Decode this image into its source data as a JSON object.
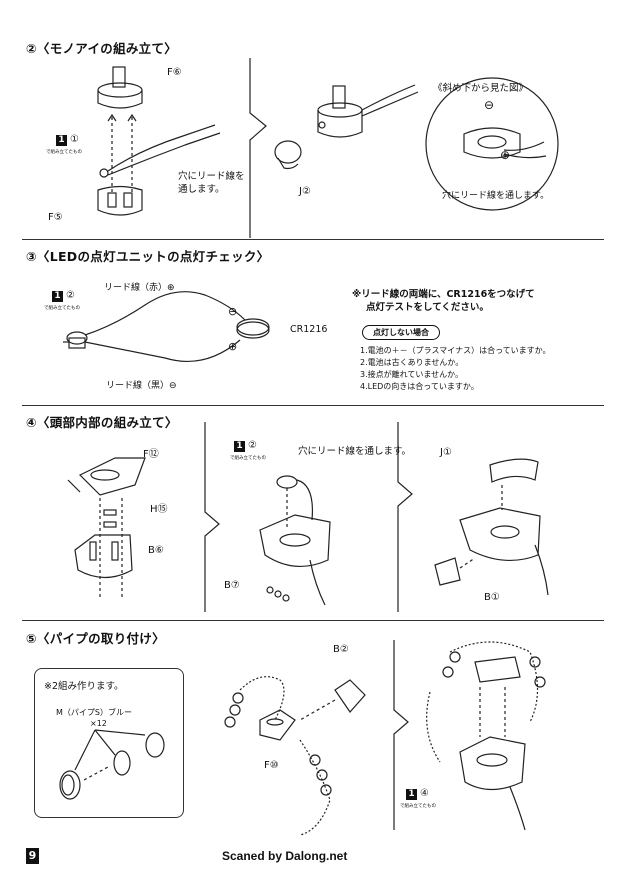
{
  "sections": [
    {
      "number": "②",
      "title": "〈モノアイの組み立て〉"
    },
    {
      "number": "③",
      "title": "〈LEDの点灯ユニットの点灯チェック〉"
    },
    {
      "number": "④",
      "title": "〈頭部内部の組み立て〉"
    },
    {
      "number": "⑤",
      "title": "〈パイプの取り付け〉"
    }
  ],
  "s2": {
    "part_f6": "F⑥",
    "step_num": "1",
    "step_sub": "①",
    "step_caption": "で組み立てたもの",
    "lead_note_line1": "穴にリード線を",
    "lead_note_line2": "通します。",
    "part_f5": "F⑤",
    "part_j2": "J②",
    "inset_title": "《斜め下から見た図》",
    "minus": "⊖",
    "plus": "⊕",
    "inset_note": "穴にリード線を通します。"
  },
  "s3": {
    "step_num": "1",
    "step_sub": "②",
    "step_caption": "で組み立てたもの",
    "red_wire": "リード線（赤）⊕",
    "black_wire": "リード線（黒）⊖",
    "battery": "CR1216",
    "minus": "⊖",
    "plus": "⊕",
    "note_line1": "※リード線の両端に、CR1216をつなげて",
    "note_line2": "点灯テストをしてください。",
    "warn_badge": "点灯しない場合",
    "checks": [
      "1.電池の＋－（プラスマイナス）は合っていますか。",
      "2.電池は古くありませんか。",
      "3.接点が離れていませんか。",
      "4.LEDの向きは合っていますか。"
    ]
  },
  "s4": {
    "part_f12": "F⑫",
    "part_h15": "H⑮",
    "part_b6": "B⑥",
    "step_num": "1",
    "step_sub": "②",
    "step_caption": "で組み立てたもの",
    "lead_note": "穴にリード線を通します。",
    "part_b7": "B⑦",
    "part_j1": "J①",
    "part_b1": "B①"
  },
  "s5": {
    "box_title": "※2組み作ります。",
    "pipe_label": "M（パイプS）ブルー",
    "pipe_count": "×12",
    "part_b2": "B②",
    "part_f10": "F⑩",
    "step_num": "1",
    "step_sub": "④",
    "step_caption": "で組み立てたもの"
  },
  "footer": {
    "page": "9",
    "credit": "Scaned by Dalong.net"
  }
}
